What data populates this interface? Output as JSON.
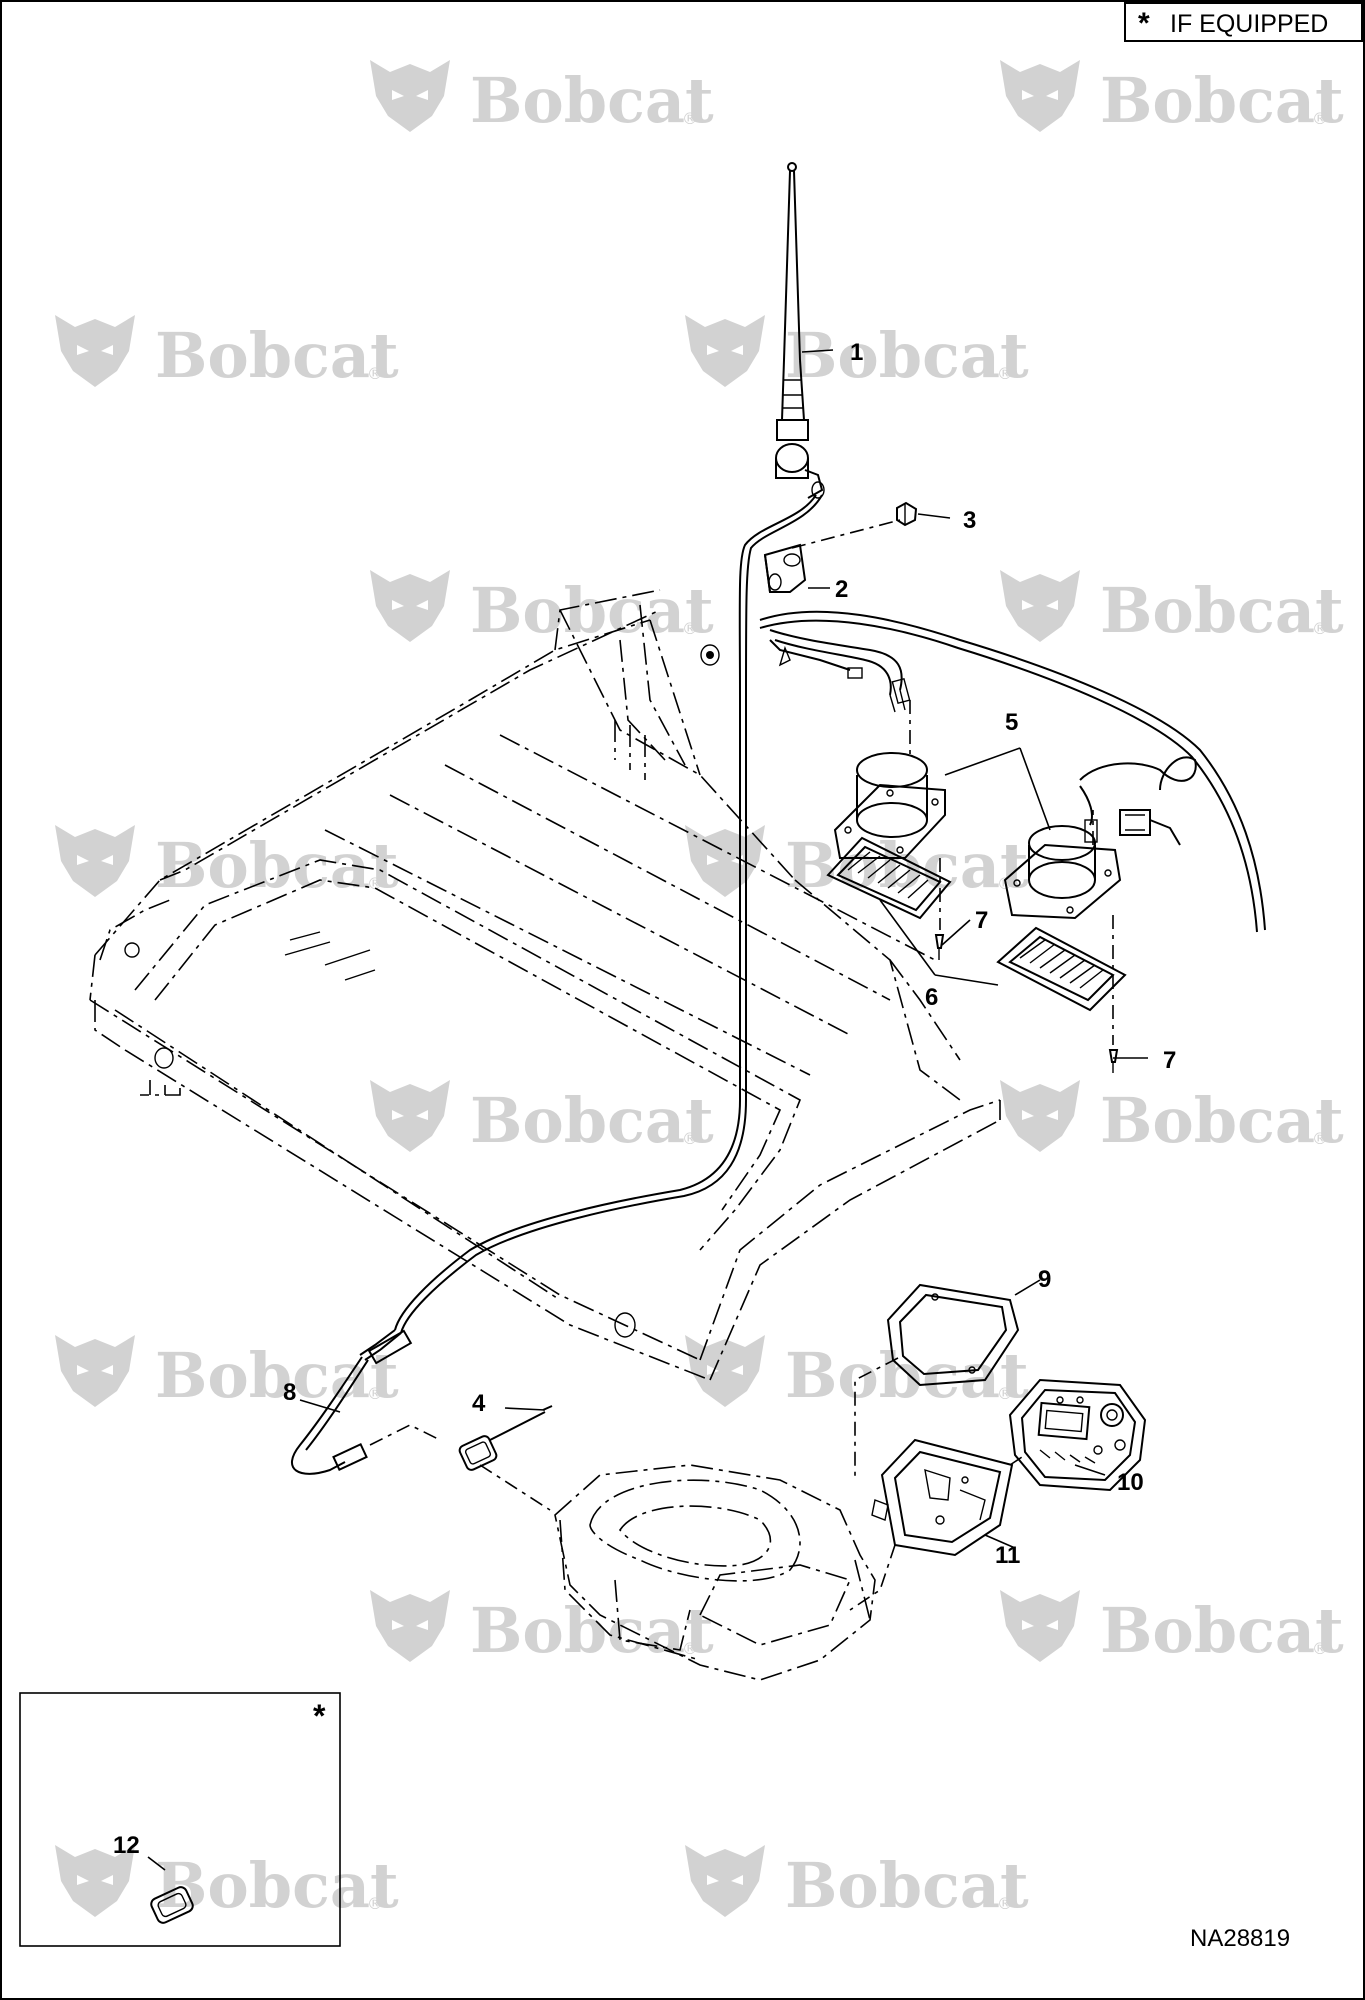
{
  "legend": {
    "star": "*",
    "text": "IF EQUIPPED"
  },
  "figure_id": "NA28819",
  "inset": {
    "star": "*"
  },
  "watermark": {
    "brand": "Bobcat",
    "mark": "®",
    "color": "#d2d2d2"
  },
  "callouts": [
    "1",
    "2",
    "3",
    "4",
    "5",
    "6",
    "7",
    "7",
    "8",
    "9",
    "10",
    "11",
    "12"
  ]
}
